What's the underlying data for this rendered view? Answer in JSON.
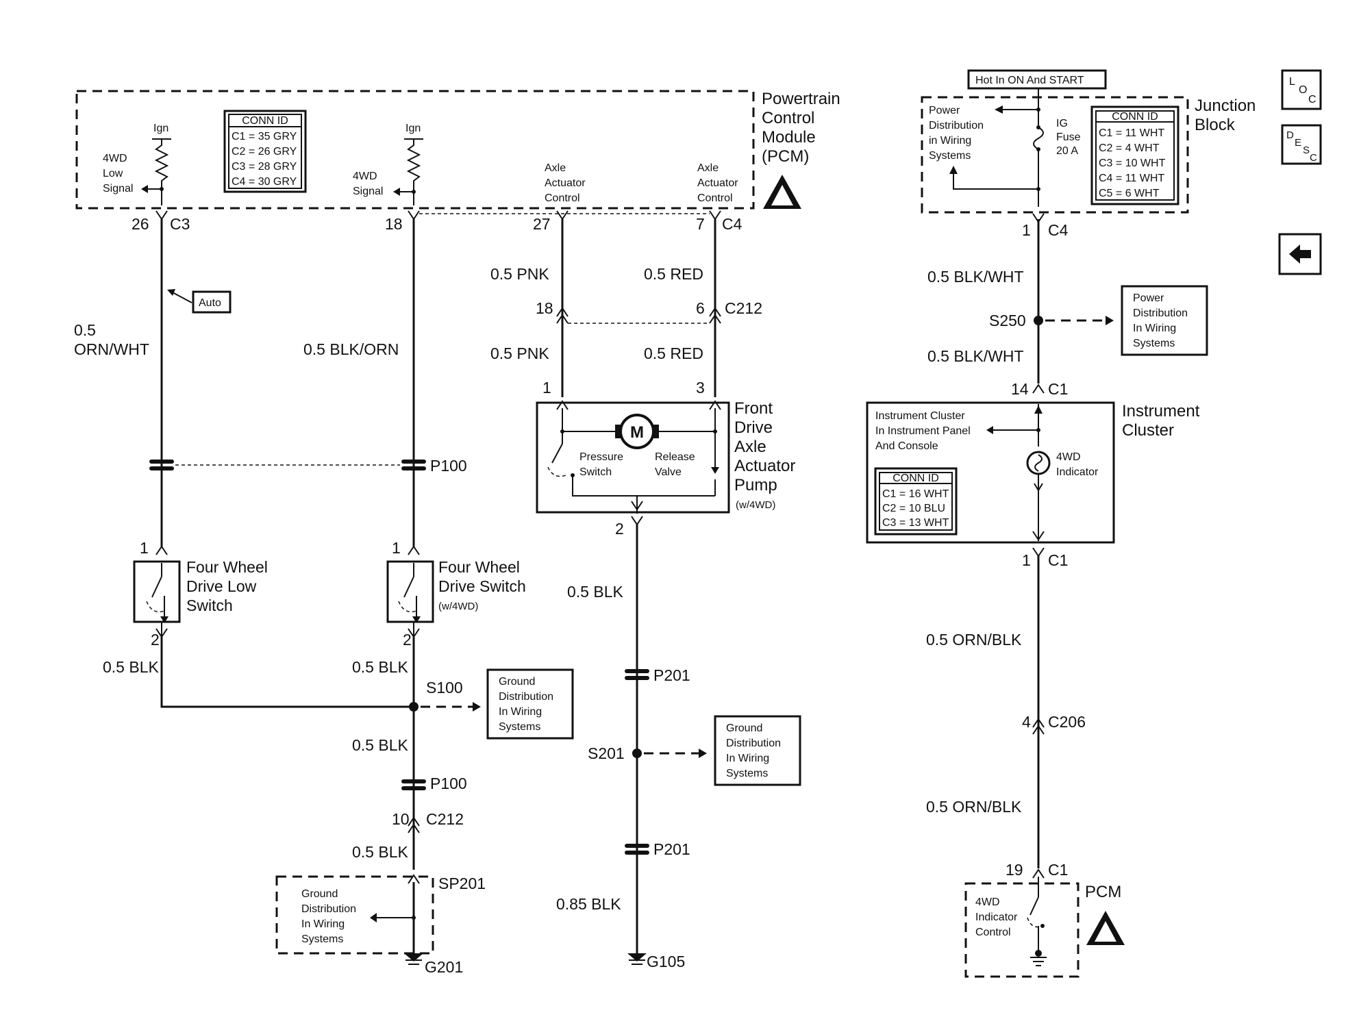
{
  "pcm": {
    "title": [
      "Powertrain",
      "Control",
      "Module",
      "(PCM)"
    ]
  },
  "pcm_conn": {
    "title": "CONN ID",
    "rows": [
      "C1 = 35 GRY",
      "C2 = 26 GRY",
      "C3 = 28 GRY",
      "C4 = 30 GRY"
    ]
  },
  "pcm_signals": {
    "ign": "Ign",
    "low_signal": [
      "4WD",
      "Low",
      "Signal"
    ],
    "signal": [
      "4WD",
      "Signal"
    ],
    "axle1": [
      "Axle",
      "Actuator",
      "Control"
    ],
    "axle2": [
      "Axle",
      "Actuator",
      "Control"
    ]
  },
  "pins": {
    "p26": "26",
    "c3": "C3",
    "p18": "18",
    "p27": "27",
    "p7": "7",
    "c4": "C4",
    "p18b": "18",
    "p6": "6",
    "c212": "C212",
    "p1": "1",
    "p3": "3",
    "sw1_top": "1",
    "sw1_bot": "2",
    "sw2_top": "1",
    "sw2_bot": "2",
    "pump_bot": "2",
    "p10": "10",
    "c212b": "C212"
  },
  "wires": {
    "orn_wht_1": "0.5",
    "orn_wht_2": "ORN/WHT",
    "blk_orn": "0.5 BLK/ORN",
    "pnk1": "0.5 PNK",
    "red1": "0.5 RED",
    "pnk2": "0.5 PNK",
    "red2": "0.5 RED",
    "blk_a": "0.5 BLK",
    "blk_b": "0.5 BLK",
    "blk_c": "0.5 BLK",
    "blk_d": "0.5 BLK",
    "blk_e": "0.5 BLK",
    "blk_085": "0.85 BLK"
  },
  "auto_tag": "Auto",
  "splices": {
    "p100a": "P100",
    "p100b": "P100",
    "s100": "S100",
    "sp201": "SP201",
    "g201": "G201",
    "p201a": "P201",
    "s201": "S201",
    "p201b": "P201",
    "g105": "G105"
  },
  "switch_low": [
    "Four Wheel",
    "Drive Low",
    "Switch"
  ],
  "switch_4wd": {
    "lines": [
      "Four Wheel",
      "Drive Switch"
    ],
    "note": "(w/4WD)"
  },
  "pump": {
    "title": [
      "Front",
      "Drive",
      "Axle",
      "Actuator",
      "Pump"
    ],
    "note": "(w/4WD)",
    "motor": "M",
    "pressure": [
      "Pressure",
      "Switch"
    ],
    "release": [
      "Release",
      "Valve"
    ]
  },
  "ground_dist_1": [
    "Ground",
    "Distribution",
    "In Wiring",
    "Systems"
  ],
  "ground_dist_2": [
    "Ground",
    "Distribution",
    "In Wiring",
    "Systems"
  ],
  "ground_dist_3": [
    "Ground",
    "Distribution",
    "In Wiring",
    "Systems"
  ],
  "jb": {
    "hot_label": "Hot In ON And START",
    "title": [
      "Junction",
      "Block"
    ],
    "power_dist": [
      "Power",
      "Distribution",
      "in Wiring",
      "Systems"
    ],
    "fuse": [
      "IG",
      "Fuse",
      "20 A"
    ],
    "conn_title": "CONN ID",
    "conn_rows": [
      "C1 = 11 WHT",
      "C2 = 4 WHT",
      "C3 = 10 WHT",
      "C4 = 11 WHT",
      "C5 = 6 WHT"
    ]
  },
  "right_pins": {
    "p1_c4_num": "1",
    "p1_c4": "C4",
    "p14": "14",
    "c1a": "C1",
    "p1b": "1",
    "c1b": "C1",
    "p4": "4",
    "c206": "C206",
    "p19": "19",
    "c1c": "C1"
  },
  "right_wires": {
    "bw1": "0.5 BLK/WHT",
    "bw2": "0.5 BLK/WHT",
    "ob1": "0.5 ORN/BLK",
    "ob2": "0.5 ORN/BLK"
  },
  "s250": "S250",
  "power_dist_2": [
    "Power",
    "Distribution",
    "In Wiring",
    "Systems"
  ],
  "cluster": {
    "title": [
      "Instrument",
      "Cluster"
    ],
    "note": [
      "Instrument Cluster",
      "In Instrument Panel",
      "And Console"
    ],
    "indicator": [
      "4WD",
      "Indicator"
    ],
    "conn_title": "CONN ID",
    "conn_rows": [
      "C1 = 16 WHT",
      "C2 = 10 BLU",
      "C3 = 13 WHT"
    ]
  },
  "pcm2": {
    "title": "PCM",
    "lines": [
      "4WD",
      "Indicator",
      "Control"
    ]
  },
  "nav": {
    "loc": [
      "L",
      "O",
      "C"
    ],
    "desc": [
      "D",
      "E",
      "S",
      "C"
    ],
    "back_icon": "arrow-left-icon"
  }
}
